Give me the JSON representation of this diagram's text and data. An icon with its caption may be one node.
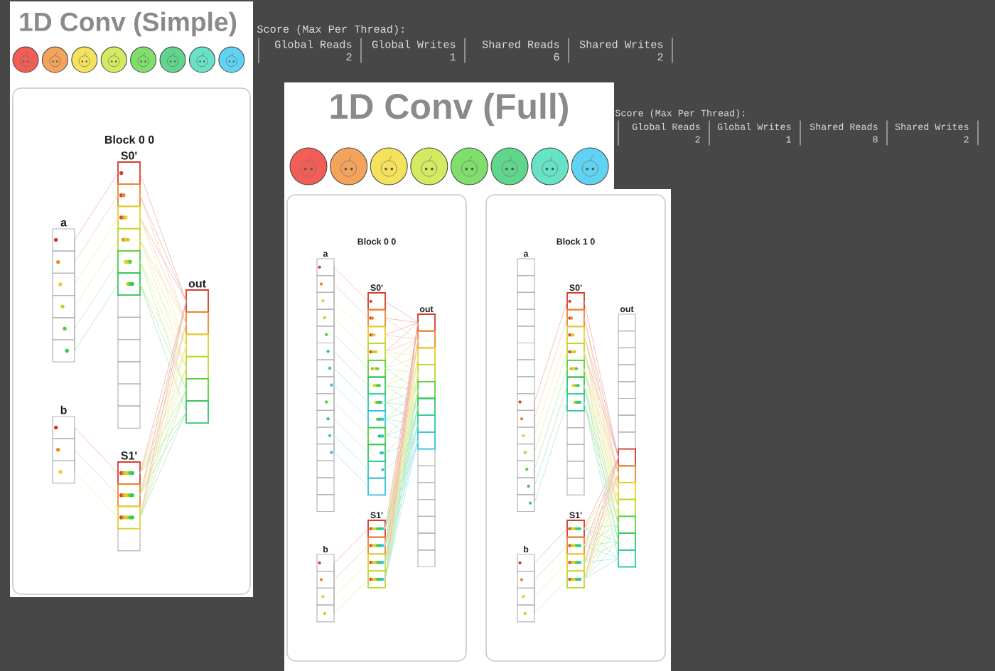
{
  "diagram": {
    "nodes": [
      {
        "text": [
          "1D Conv (Simple)"
        ]
      },
      {
        "text": [
          "Block 0 0"
        ],
        "in": 0
      },
      {
        "text": [
          "S0'"
        ],
        "in": 1
      },
      {
        "text": [
          "a"
        ],
        "in": 1
      },
      {
        "text": [
          "out"
        ],
        "in": 1
      },
      {
        "text": [
          "b"
        ],
        "in": 1
      },
      {
        "text": [
          "S1'"
        ],
        "in": 1
      },
      {
        "text": [
          "1D Conv (Full)"
        ]
      },
      {
        "text": [
          "Block 0 0"
        ],
        "in": 7
      },
      {
        "text": [
          "a"
        ],
        "in": 8
      },
      {
        "text": [
          "S0'"
        ],
        "in": 8
      },
      {
        "text": [
          "out"
        ],
        "in": 8
      },
      {
        "text": [
          "S1'"
        ],
        "in": 8
      },
      {
        "text": [
          "b"
        ],
        "in": 8
      },
      {
        "text": [
          "Block 1 0"
        ],
        "in": 7
      },
      {
        "text": [
          "a"
        ],
        "in": 14
      },
      {
        "text": [
          "S0'"
        ],
        "in": 14
      },
      {
        "text": [
          "out"
        ],
        "in": 14
      },
      {
        "text": [
          "S1'"
        ],
        "in": 14
      },
      {
        "text": [
          "b"
        ],
        "in": 14
      }
    ],
    "edges": [
      {
        "from": 3,
        "to": 2,
        "arrow": "none"
      },
      {
        "from": 5,
        "to": 6,
        "arrow": "none"
      },
      {
        "from": 2,
        "to": 4,
        "arrow": "none"
      },
      {
        "from": 6,
        "to": 4,
        "arrow": "none"
      },
      {
        "from": 9,
        "to": 10,
        "arrow": "none"
      },
      {
        "from": 13,
        "to": 12,
        "arrow": "none"
      },
      {
        "from": 10,
        "to": 11,
        "arrow": "none"
      },
      {
        "from": 12,
        "to": 11,
        "arrow": "none"
      },
      {
        "from": 15,
        "to": 16,
        "arrow": "none"
      },
      {
        "from": 19,
        "to": 18,
        "arrow": "none"
      },
      {
        "from": 16,
        "to": 17,
        "arrow": "none"
      },
      {
        "from": 18,
        "to": 17,
        "arrow": "none"
      }
    ],
    "labels": [
      "Score (Max Per Thread):",
      "Global Reads",
      "Global Writes",
      "Shared Reads",
      "Shared Writes",
      "2",
      "1",
      "6",
      "2",
      "Score (Max Per Thread):",
      "Global Reads",
      "Global Writes",
      "Shared Reads",
      "Shared Writes",
      "2",
      "1",
      "8",
      "2"
    ]
  }
}
